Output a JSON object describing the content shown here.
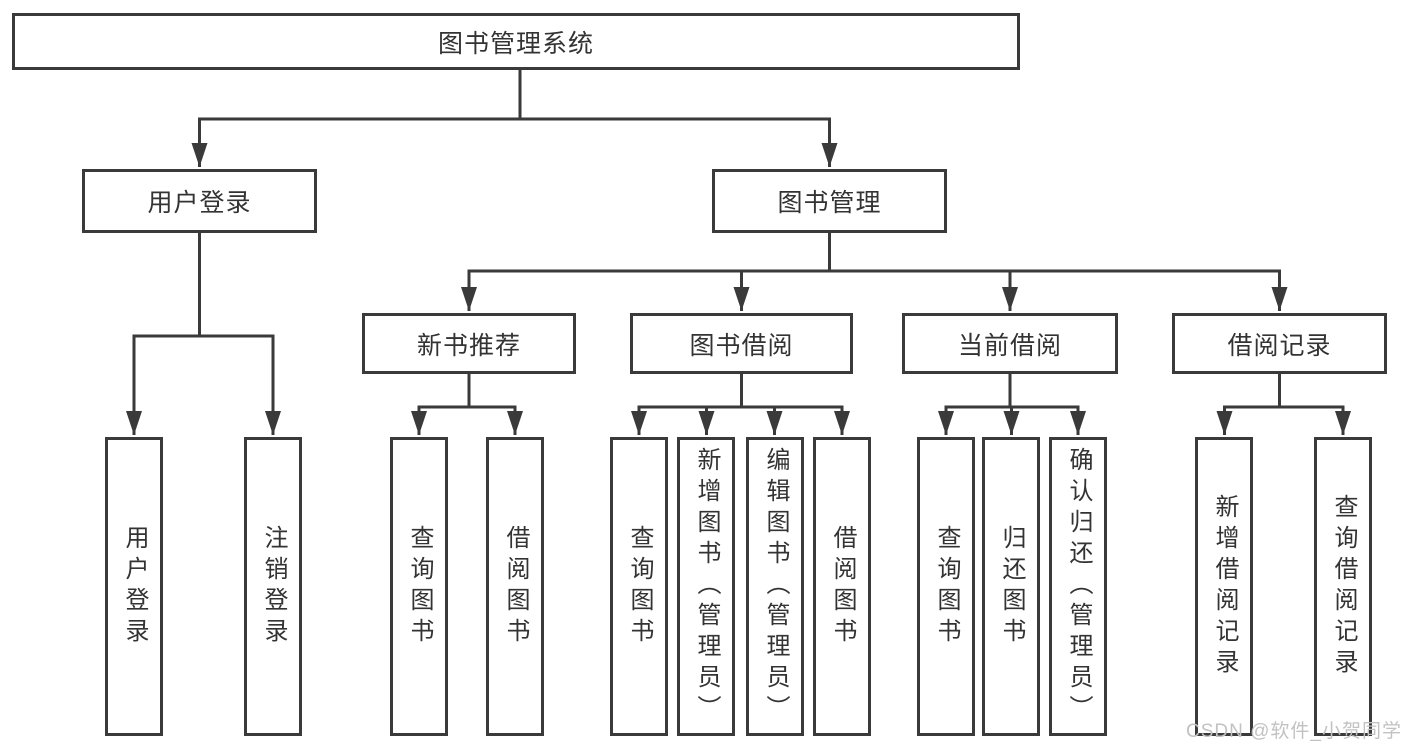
{
  "tree": {
    "root": {
      "label": "图书管理系统"
    },
    "branches": [
      {
        "label": "用户登录",
        "children": [
          {
            "label": "用户登录"
          },
          {
            "label": "注销登录"
          }
        ]
      },
      {
        "label": "图书管理",
        "children": [
          {
            "label": "新书推荐",
            "children": [
              {
                "label": "查询图书"
              },
              {
                "label": "借阅图书"
              }
            ]
          },
          {
            "label": "图书借阅",
            "children": [
              {
                "label": "查询图书"
              },
              {
                "label": "新增图书（管理员）"
              },
              {
                "label": "编辑图书（管理员）"
              },
              {
                "label": "借阅图书"
              }
            ]
          },
          {
            "label": "当前借阅",
            "children": [
              {
                "label": "查询图书"
              },
              {
                "label": "归还图书"
              },
              {
                "label": "确认归还（管理员）"
              }
            ]
          },
          {
            "label": "借阅记录",
            "children": [
              {
                "label": "新增借阅记录"
              },
              {
                "label": "查询借阅记录"
              }
            ]
          }
        ]
      }
    ]
  },
  "watermark": {
    "text": "CSDN @软件_小贺同学"
  },
  "colors": {
    "line": "#3a3a3a",
    "text": "#333333",
    "watermark": "#c2c2c2",
    "background": "#ffffff"
  }
}
